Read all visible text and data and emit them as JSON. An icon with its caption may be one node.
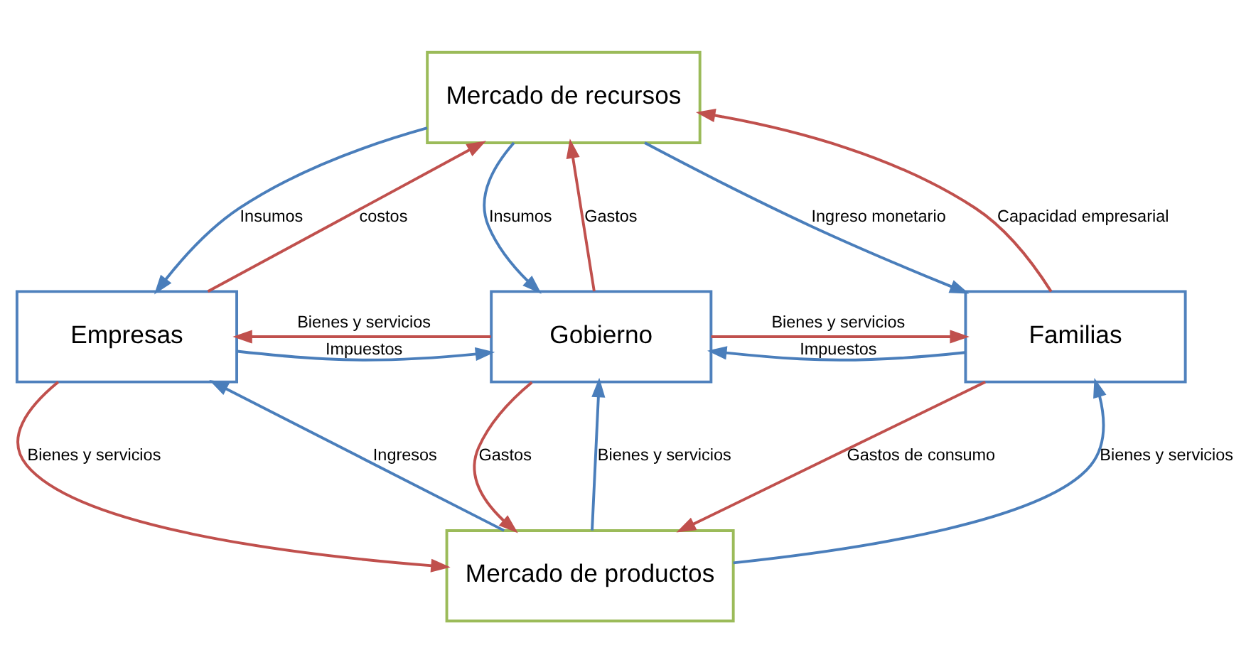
{
  "diagram": {
    "nodes": [
      {
        "text": [
          "Mercado de recursos"
        ]
      },
      {
        "text": [
          "Empresas"
        ]
      },
      {
        "text": [
          "Gobierno"
        ]
      },
      {
        "text": [
          "Familias"
        ]
      },
      {
        "text": [
          "Mercado de productos"
        ]
      }
    ],
    "edges": [
      {
        "from": 1,
        "to": 0,
        "arrow": "to",
        "label": "costos",
        "color": "#c0504d"
      },
      {
        "from": 0,
        "to": 1,
        "arrow": "to",
        "label": "Insumos",
        "color": "#4a7ebb"
      },
      {
        "from": 3,
        "to": 0,
        "arrow": "to",
        "label": "Capacidad empresarial",
        "color": "#c0504d"
      },
      {
        "from": 0,
        "to": 3,
        "arrow": "to",
        "label": "Ingreso monetario",
        "color": "#4a7ebb"
      },
      {
        "from": 2,
        "to": 0,
        "arrow": "to",
        "label": "Gastos",
        "color": "#c0504d"
      },
      {
        "from": 0,
        "to": 2,
        "arrow": "to",
        "label": "Insumos",
        "color": "#4a7ebb"
      },
      {
        "from": 2,
        "to": 1,
        "arrow": "to",
        "label": "Bienes y servicios",
        "color": "#c0504d"
      },
      {
        "from": 1,
        "to": 2,
        "arrow": "to",
        "label": "Impuestos",
        "color": "#4a7ebb"
      },
      {
        "from": 2,
        "to": 3,
        "arrow": "to",
        "label": "Bienes y servicios",
        "color": "#c0504d"
      },
      {
        "from": 3,
        "to": 2,
        "arrow": "to",
        "label": "Impuestos",
        "color": "#4a7ebb"
      },
      {
        "from": 2,
        "to": 4,
        "arrow": "to",
        "label": "Gastos",
        "color": "#c0504d"
      },
      {
        "from": 4,
        "to": 2,
        "arrow": "to",
        "label": "Bienes y servicios",
        "color": "#4a7ebb"
      },
      {
        "from": 1,
        "to": 4,
        "arrow": "to",
        "label": "Bienes y servicios",
        "color": "#c0504d"
      },
      {
        "from": 4,
        "to": 1,
        "arrow": "to",
        "label": "Ingresos",
        "color": "#4a7ebb"
      },
      {
        "from": 4,
        "to": 3,
        "arrow": "to",
        "label": "Bienes y servicios",
        "color": "#4a7ebb"
      },
      {
        "from": 3,
        "to": 4,
        "arrow": "to",
        "label": "Gastos de consumo",
        "color": "#c0504d"
      }
    ]
  }
}
